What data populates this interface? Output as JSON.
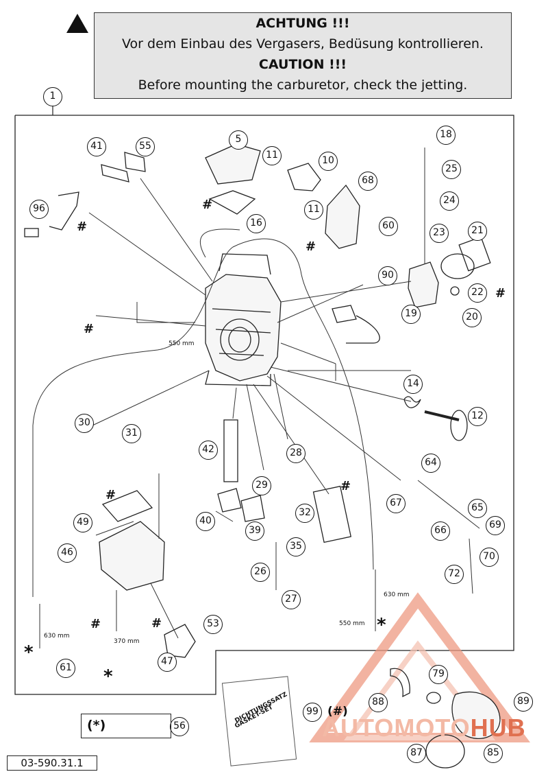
{
  "warning": {
    "lines": [
      "ACHTUNG !!!",
      "Vor dem Einbau des Vergasers, Bedüsung kontrollieren.",
      "CAUTION !!!",
      "Before mounting the carburetor, check the jetting."
    ]
  },
  "assembly_callout": "1",
  "callouts": [
    "41",
    "55",
    "5",
    "11",
    "10",
    "68",
    "11",
    "60",
    "18",
    "25",
    "24",
    "23",
    "21",
    "22",
    "20",
    "19",
    "90",
    "96",
    "16",
    "14",
    "12",
    "30",
    "31",
    "42",
    "28",
    "29",
    "64",
    "67",
    "65",
    "69",
    "70",
    "66",
    "72",
    "32",
    "40",
    "39",
    "35",
    "26",
    "27",
    "49",
    "46",
    "53",
    "47",
    "61",
    "88",
    "79",
    "89",
    "87",
    "85",
    "99",
    "56"
  ],
  "dimensions": [
    "550 mm",
    "630 mm",
    "630 mm",
    "370 mm",
    "550 mm"
  ],
  "hash_mark": "#",
  "star_mark": "*",
  "gasket_set_label": [
    "DICHTUNGSSATZ",
    "GASKET-SET"
  ],
  "gasket_set_ref": "(#)",
  "kit_label": "(*)",
  "reference_code": "03-590.31.1",
  "watermark": {
    "part1": "AUTOMOTO",
    "part2": "HUB"
  },
  "colors": {
    "watermark_light": "#f3b9a5",
    "watermark_dark": "#e07050",
    "warning_bg": "#e5e5e5"
  }
}
